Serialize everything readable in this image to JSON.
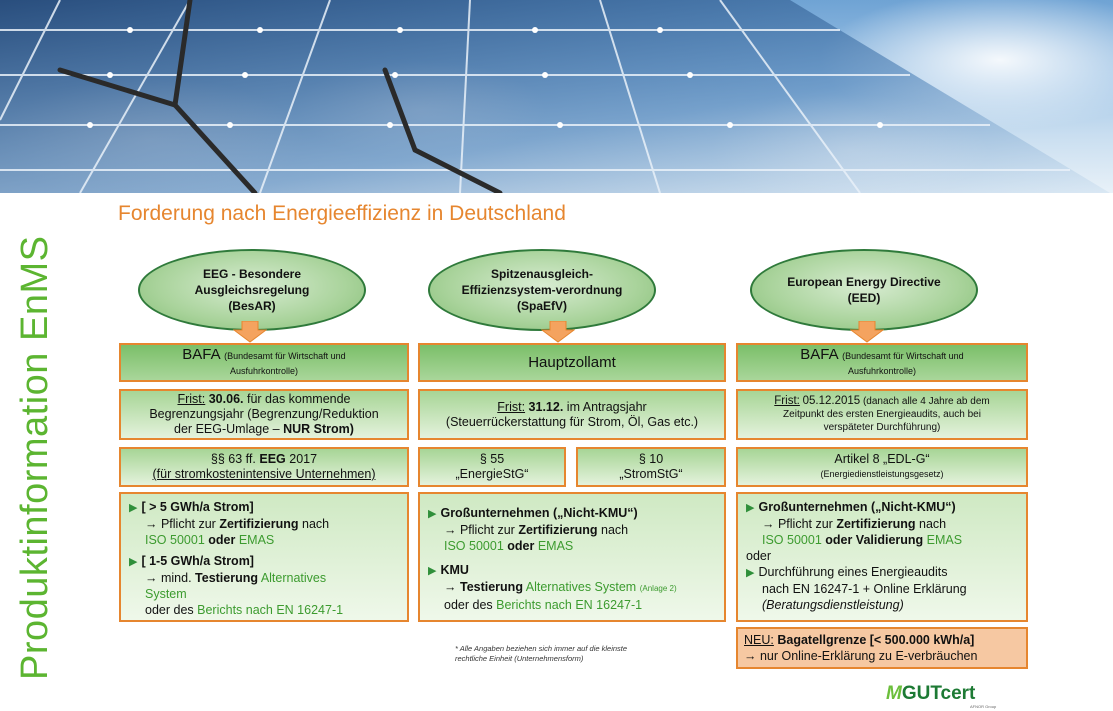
{
  "side_title": "Produktinformation EnMS",
  "page_title": "Forderung nach Energieeffizienz in Deutschland",
  "columns": [
    {
      "ellipse": "EEG - Besondere\nAusgleichsregelung\n(BesAR)",
      "authority": "BAFA",
      "authority_note_1": "(Bundesamt für Wirtschaft und",
      "authority_note_2": "Ausfuhrkontrolle)",
      "deadline_label": "Frist:",
      "deadline_date": "30.06.",
      "deadline_text_1": "für das kommende",
      "deadline_text_2": "Begrenzungsjahr (Begrenzung/Reduktion",
      "deadline_text_3": "der EEG-Umlage –",
      "deadline_bold": "NUR Strom)",
      "law_1": "§§ 63 ff.",
      "law_bold": "EEG",
      "law_2": "2017",
      "law_3": "(für stromkostenintensive Unternehmen)",
      "req_1_head": "[ > 5 GWh/a Strom]",
      "req_1_line1a": "→ Pflicht zur",
      "req_1_line1b": "Zertifizierung",
      "req_1_line1c": "nach",
      "req_1_iso": "ISO 50001",
      "req_1_oder": "oder",
      "req_1_emas": "EMAS",
      "req_2_head": "[ 1-5 GWh/a Strom]",
      "req_2_line1a": "→ mind.",
      "req_2_line1b": "Testierung",
      "req_2_line1c": "Alternatives",
      "req_2_line2": "System",
      "req_2_line3a": "oder des",
      "req_2_line3b": "Berichts nach EN 16247-1"
    },
    {
      "ellipse": "Spitzenausgleich-\nEffizienzsystem-verordnung\n(SpaEfV)",
      "authority": "Hauptzollamt",
      "deadline_label": "Frist:",
      "deadline_date": "31.12.",
      "deadline_text_1": "im Antragsjahr",
      "deadline_text_2": "(Steuerrückerstattung für Strom, Öl, Gas etc.)",
      "law_a_1": "§ 55",
      "law_a_2": "„EnergieStG“",
      "law_b_1": "§ 10",
      "law_b_2": "„StromStG“",
      "req_1_head": "Großunternehmen („Nicht-KMU“)",
      "req_1_line1a": "→ Pflicht zur",
      "req_1_line1b": "Zertifizierung",
      "req_1_line1c": "nach",
      "req_1_iso": "ISO 50001",
      "req_1_oder": "oder",
      "req_1_emas": "EMAS",
      "req_2_head": "KMU",
      "req_2_line1a": "→",
      "req_2_line1b": "Testierung",
      "req_2_line1c": "Alternatives System",
      "req_2_anlage": "(Anlage 2)",
      "req_2_line2a": "oder des",
      "req_2_line2b": "Berichts nach EN 16247-1"
    },
    {
      "ellipse": "European Energy Directive\n(EED)",
      "authority": "BAFA",
      "authority_note_1": "(Bundesamt für Wirtschaft und",
      "authority_note_2": "Ausfuhrkontrolle)",
      "deadline_label": "Frist:",
      "deadline_date": "05.12.2015",
      "deadline_text_1": "(danach alle 4 Jahre ab dem",
      "deadline_text_2": "Zeitpunkt des ersten Energieaudits, auch bei",
      "deadline_text_3": "verspäteter Durchführung)",
      "law_1": "Artikel 8 „EDL-G“",
      "law_2": "(Energiedienstleistungsgesetz)",
      "req_1_head": "Großunternehmen („Nicht-KMU“)",
      "req_1_line1a": "→ Pflicht zur",
      "req_1_line1b": "Zertifizierung",
      "req_1_line1c": "nach",
      "req_1_iso": "ISO 50001",
      "req_1_oder": "oder Validierung",
      "req_1_emas": "EMAS",
      "req_oder": "oder",
      "req_2_head": "Durchführung eines Energieaudits",
      "req_2_line1": "nach EN 16247-1 + Online Erklärung",
      "req_2_line2": "(Beratungsdienstleistung)"
    }
  ],
  "footnote_1": "* Alle Angaben beziehen sich immer auf die kleinste",
  "footnote_2": "rechtliche Einheit (Unternehmensform)",
  "neu_label": "NEU:",
  "neu_bold": "Bagatellgrenze [< 500.000 kWh/a]",
  "neu_line2": "→ nur Online-Erklärung zu E-verbräuchen",
  "logo_text": "GUTcert",
  "logo_sub": "AFNOR Group",
  "colors": {
    "accent_orange": "#e6862f",
    "brand_green": "#5cb531",
    "box_green": "#7bbf69"
  },
  "icons": [
    "triangle-bullet-icon",
    "down-arrow-icon",
    "gutcert-logo-icon"
  ]
}
